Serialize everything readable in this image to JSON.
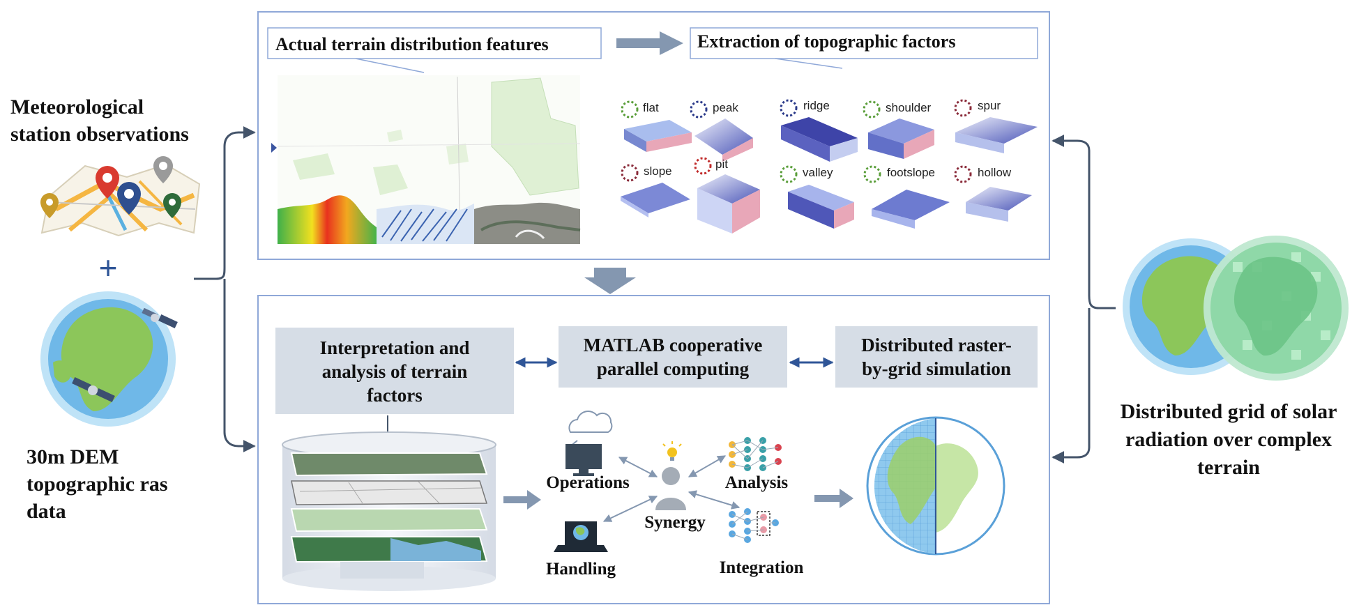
{
  "left": {
    "observations_title": [
      "Meteorological",
      "station observations"
    ],
    "plus": "+",
    "dem_title": [
      "30m DEM",
      "topographic ras",
      "data"
    ]
  },
  "top_panel": {
    "callout_terrain": "Actual terrain distribution features",
    "callout_factors": "Extraction of topographic factors",
    "factors": [
      "flat",
      "peak",
      "ridge",
      "shoulder",
      "spur",
      "slope",
      "pit",
      "valley",
      "footslope",
      "hollow"
    ]
  },
  "bottom_panel": {
    "box_interpretation": [
      "Interpretation and",
      "analysis of terrain",
      "factors"
    ],
    "box_matlab": [
      "MATLAB cooperative",
      "parallel computing"
    ],
    "box_distributed": [
      "Distributed raster-",
      "by-grid simulation"
    ],
    "node_operations": "Operations",
    "node_handling": "Handling",
    "node_synergy": "Synergy",
    "node_analysis": "Analysis",
    "node_integration": "Integration"
  },
  "right": {
    "output_title": [
      "Distributed grid of solar",
      "radiation over complex",
      "terrain"
    ]
  },
  "colors": {
    "panel_border": "#8fa8d8",
    "box_fill": "#d6dde6",
    "arrow": "#8497b0",
    "connector": "#44546a",
    "globe_blue": "#6fb8e8",
    "land_green": "#8cc65a"
  }
}
